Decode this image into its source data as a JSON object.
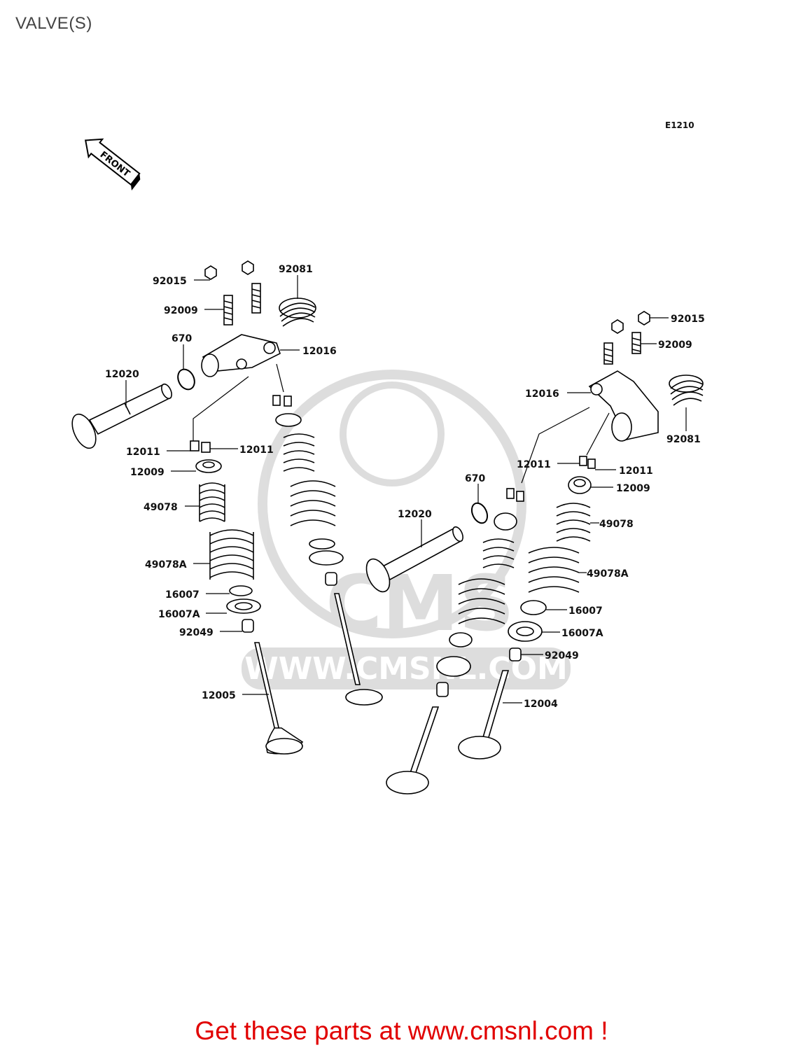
{
  "title": "VALVE(S)",
  "diagram_code": "E1210",
  "front_arrow_label": "FRONT",
  "watermark": "WWW.CMSNL.COM",
  "watermark_logo": "CMS",
  "footer_link": "Get these parts at www.cmsnl.com !",
  "accent_color": "#e10000",
  "labels": [
    "92015",
    "92081",
    "92009",
    "670",
    "12016",
    "12020",
    "12011",
    "12011",
    "12009",
    "49078",
    "49078A",
    "16007",
    "16007A",
    "92049",
    "12005",
    "92015",
    "92009",
    "12016",
    "92081",
    "12011",
    "12011",
    "670",
    "12009",
    "12020",
    "49078",
    "49078A",
    "16007",
    "16007A",
    "92049",
    "12004"
  ]
}
